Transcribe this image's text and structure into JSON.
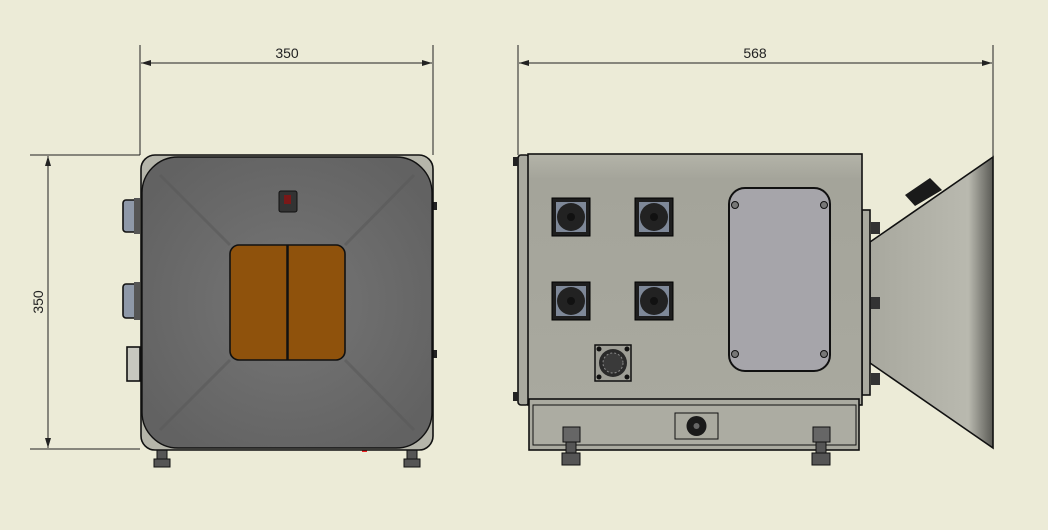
{
  "drawing": {
    "front_view": {
      "width_dimension": "350",
      "height_dimension": "350"
    },
    "side_view": {
      "length_dimension": "568"
    }
  },
  "colors": {
    "background": "#ECEBD7",
    "housing": "#A9A99F",
    "horn_interior": "#6E6E6E",
    "aperture": "#8F520C",
    "window": "#A6A5AA"
  }
}
